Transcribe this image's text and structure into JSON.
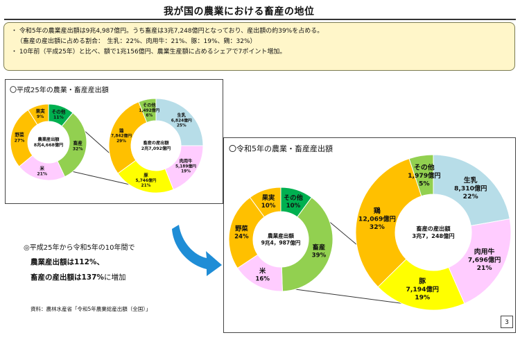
{
  "title": "我が国の農業における畜産の地位",
  "summary": {
    "line1": "・ 令和5年の農業産出額は9兆4,987億円。うち畜産は3兆7,248億円となっており、産出額の約39%を占める。",
    "line2": "（畜産の産出額に占める割合：　生乳：22%、肉用牛：21%、豚：19%、鶏：32%）",
    "line3": "・ 10年前（平成25年）と比べ、額で1兆156億円、農業生産額に占めるシェアで7ポイント増加。"
  },
  "h25": {
    "panel_title": "〇平成25年の農業・畜産産出額",
    "agri_center": [
      "農業産出額",
      "8兆4,668億円"
    ],
    "livestock_center": [
      "畜産の産出額",
      "2兆7,092億円"
    ]
  },
  "r5": {
    "panel_title": "〇令和5年の農業・畜産産出額",
    "agri_center": [
      "農業産出額",
      "9兆4，987億円"
    ],
    "livestock_center": [
      "畜産の産出額",
      "3兆7，248億円"
    ]
  },
  "change": {
    "heading": "◎平成25年から令和5年の10年間で",
    "line1": "農業産出額は112%、",
    "line2_bold": "畜産の産出額は137%",
    "line2_rest": "に増加"
  },
  "source": "資料：農林水産省「令和5年農業総産出額（全国）」",
  "page_number": "3",
  "colors": {
    "livestock": "#92d050",
    "vegetables": "#ffc000",
    "rice": "#ffccff",
    "fruit": "#ffc000",
    "other": "#00b050",
    "milk": "#b7dde8",
    "beef": "#ffccff",
    "pork": "#ffff00",
    "chicken": "#ffc000",
    "livestock_other": "#92d050",
    "arrow": "#1f8dd6"
  },
  "chart_data": [
    {
      "type": "pie",
      "title": "平成25年の農業・畜産産出額（農業）",
      "categories": [
        "その他",
        "畜産",
        "米",
        "野菜",
        "果実"
      ],
      "values": [
        11,
        32,
        21,
        27,
        9
      ],
      "labels": [
        "その他",
        "畜産",
        "米",
        "野菜",
        "果実"
      ],
      "value_labels": [
        "11%",
        "32%",
        "21%",
        "27%",
        "9%"
      ]
    },
    {
      "type": "pie",
      "title": "平成25年の農業・畜産産出額（畜産）",
      "categories": [
        "生乳",
        "肉用牛",
        "豚",
        "鶏",
        "その他"
      ],
      "values": [
        25,
        19,
        21,
        29,
        6
      ],
      "labels": [
        "生乳",
        "肉用牛",
        "豚",
        "鶏",
        "その他"
      ],
      "amount_labels": [
        "6,824億円",
        "5,189億円",
        "5,746億円",
        "7,842億円",
        "1,492億円"
      ],
      "value_labels": [
        "25%",
        "19%",
        "21%",
        "29%",
        "6%"
      ]
    },
    {
      "type": "pie",
      "title": "令和5年の農業・畜産産出額（農業）",
      "categories": [
        "その他",
        "畜産",
        "米",
        "野菜",
        "果実"
      ],
      "values": [
        10,
        39,
        16,
        24,
        10
      ],
      "labels": [
        "その他",
        "畜産",
        "米",
        "野菜",
        "果実"
      ],
      "value_labels": [
        "10%",
        "39%",
        "16%",
        "24%",
        "10%"
      ]
    },
    {
      "type": "pie",
      "title": "令和5年の農業・畜産産出額（畜産）",
      "categories": [
        "生乳",
        "肉用牛",
        "豚",
        "鶏",
        "その他"
      ],
      "values": [
        22,
        21,
        19,
        32,
        5
      ],
      "labels": [
        "生乳",
        "肉用牛",
        "豚",
        "鶏",
        "その他"
      ],
      "amount_labels": [
        "8,310億円",
        "7,696億円",
        "7,194億円",
        "12,069億円",
        "1,979億円"
      ],
      "value_labels": [
        "22%",
        "21%",
        "19%",
        "32%",
        "5%"
      ]
    }
  ]
}
